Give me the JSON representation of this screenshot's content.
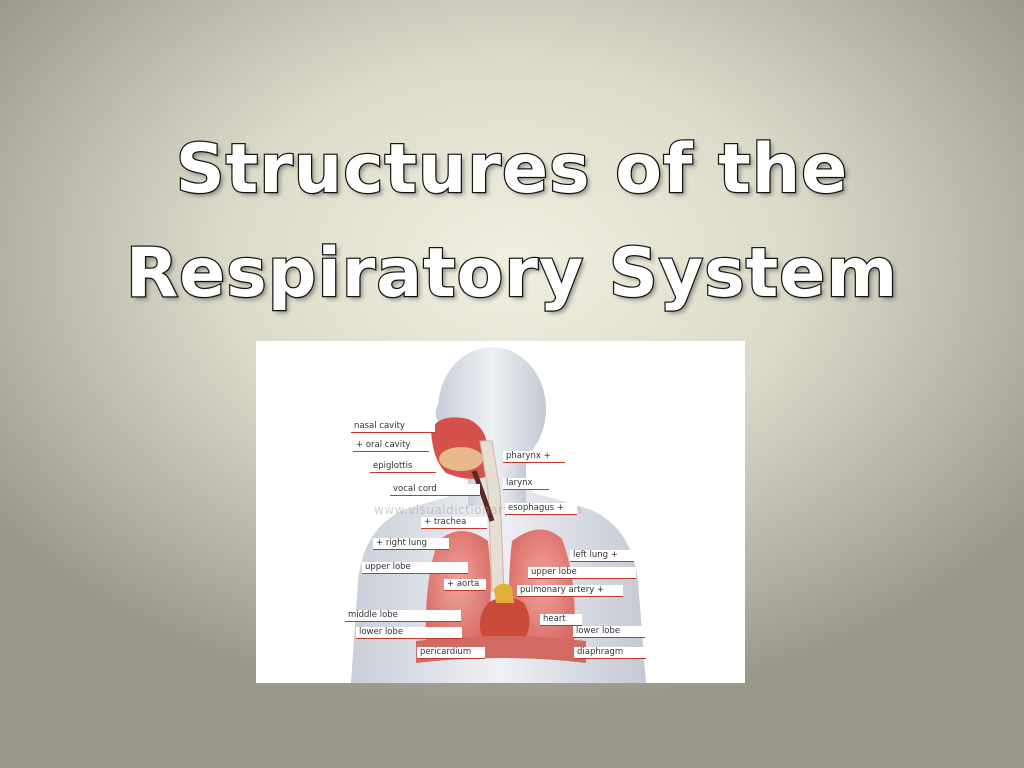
{
  "slide": {
    "title_line1": "Structures of the",
    "title_line2": "Respiratory System"
  },
  "figure": {
    "watermark": "www.visualdictionaryonline.com",
    "labels": {
      "nasal_cavity": "nasal cavity",
      "oral_cavity": "+ oral cavity",
      "epiglottis": "epiglottis",
      "vocal_cord": "vocal cord",
      "trachea": "+ trachea",
      "right_lung": "+ right lung",
      "upper_lobe_right": "upper lobe",
      "aorta": "+ aorta",
      "middle_lobe": "middle lobe",
      "lower_lobe_right": "lower lobe",
      "pericardium": "pericardium",
      "pharynx": "pharynx +",
      "larynx": "larynx",
      "esophagus": "esophagus +",
      "left_lung": "left lung +",
      "upper_lobe_left": "upper lobe",
      "pulmonary_artery": "pulmonary artery +",
      "heart": "heart",
      "lower_lobe_left": "lower lobe",
      "diaphragm": "diaphragm"
    }
  },
  "colors": {
    "label_underline": "#c0392b",
    "lung": "#e3837e",
    "body": "#d9dde6"
  }
}
